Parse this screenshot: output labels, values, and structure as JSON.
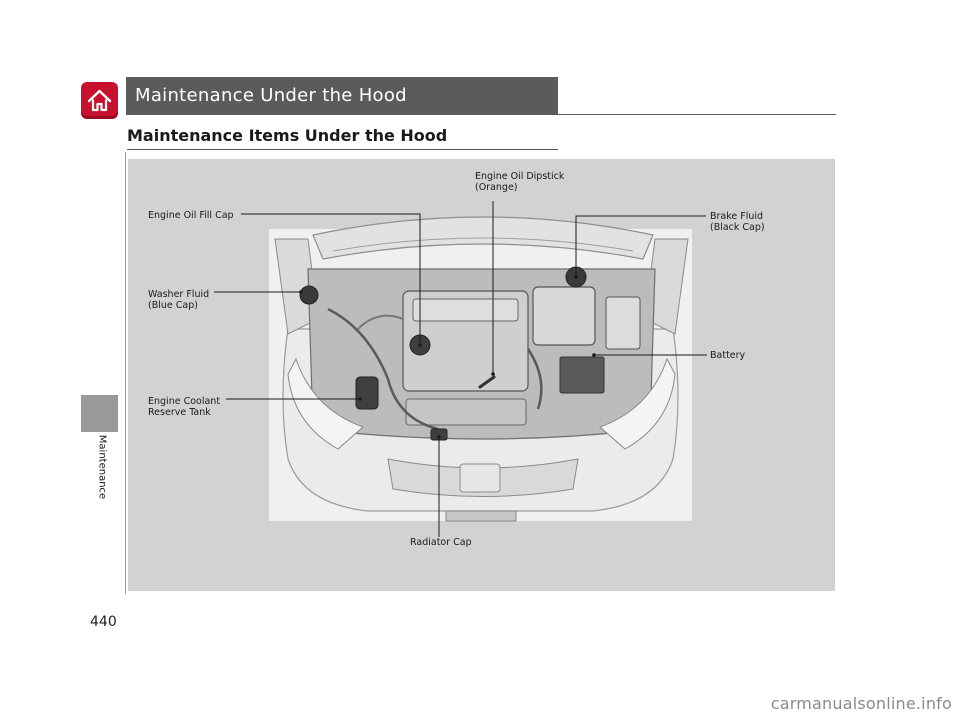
{
  "header": {
    "section_title": "Maintenance Under the Hood",
    "subheading": "Maintenance Items Under the Hood"
  },
  "sidebar": {
    "home_icon": "home-icon",
    "tab_label": "Maintenance"
  },
  "page_number": "440",
  "figure": {
    "callouts": {
      "engine_oil_dipstick": {
        "line1": "Engine Oil Dipstick",
        "line2": "(Orange)"
      },
      "engine_oil_fill_cap": {
        "line1": "Engine Oil Fill Cap"
      },
      "brake_fluid": {
        "line1": "Brake Fluid",
        "line2": "(Black Cap)"
      },
      "washer_fluid": {
        "line1": "Washer Fluid",
        "line2": "(Blue Cap)"
      },
      "battery": {
        "line1": "Battery"
      },
      "engine_coolant": {
        "line1": "Engine Coolant",
        "line2": "Reserve Tank"
      },
      "radiator_cap": {
        "line1": "Radiator Cap"
      }
    }
  },
  "watermark": "carmanualsonline.info",
  "colors": {
    "home_button": "#c8102e",
    "section_bar": "#5b5b5b",
    "figure_background": "#d2d2d2",
    "side_tab": "#9a9a9a"
  }
}
